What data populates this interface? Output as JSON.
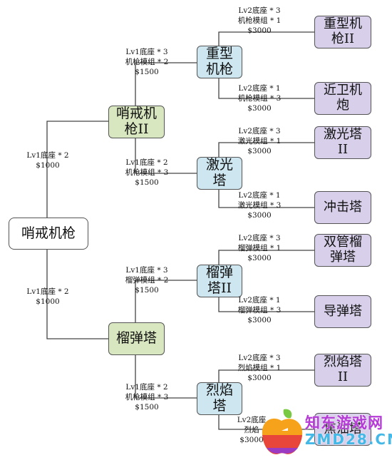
{
  "nodes": {
    "root": "哨戒机枪",
    "sentry2": "哨戒机\n枪II",
    "grenade": "榴弹塔",
    "heavy": "重型\n机枪",
    "laser": "激光\n塔",
    "grenade2": "榴弹\n塔II",
    "flame": "烈焰\n塔",
    "heavy2": "重型机\n枪II",
    "closein": "近卫机\n炮",
    "laser2": "激光塔\nII",
    "impact": "冲击塔",
    "dual": "双管榴\n弹塔",
    "missile": "导弹塔",
    "flame2": "烈焰塔\nII",
    "napalm": "焦油塔"
  },
  "costs": {
    "root_to_sentry2": "Lv1底座 * 2\n$1000",
    "root_to_grenade": "Lv1底座 * 2\n$1000",
    "sentry2_to_heavy": "Lv1底座 * 3\n机枪模组 * 2\n$1500",
    "sentry2_to_laser": "Lv1底座 * 2\n机枪模组 * 3\n$1500",
    "grenade_to_grenade2": "Lv1底座 * 3\n榴弹模组 * 2\n$1500",
    "grenade_to_flame": "Lv1底座 * 2\n机枪模组 * 3\n$1500",
    "heavy_to_heavy2": "Lv2底座 * 3\n机枪模组 * 1\n$3000",
    "heavy_to_closein": "Lv2底座 * 1\n机枪模组 * 3\n$3000",
    "laser_to_laser2": "Lv2底座 * 3\n激光模组 * 1\n$3000",
    "laser_to_impact": "Lv2底座 * 1\n激光模组 * 3\n$3000",
    "grenade2_to_dual": "Lv2底座 * 3\n榴弹模组 * 1\n$3000",
    "grenade2_to_missile": "Lv2底座 * 1\n榴弹模组 * 3\n$3000",
    "flame_to_flame2": "Lv2底座 * 3\n烈焰模组 * 1\n$3000",
    "flame_to_napalm": "Lv2底座\n烈焰\n$3000"
  },
  "colors": {
    "root": "#ffffff",
    "level1": "#d9e7c0",
    "level2": "#cde6f0",
    "level3": "#d8d0ea",
    "line": "#444444"
  },
  "watermark": {
    "text": "知东游戏网",
    "subtext": "ZMD28.CN"
  }
}
